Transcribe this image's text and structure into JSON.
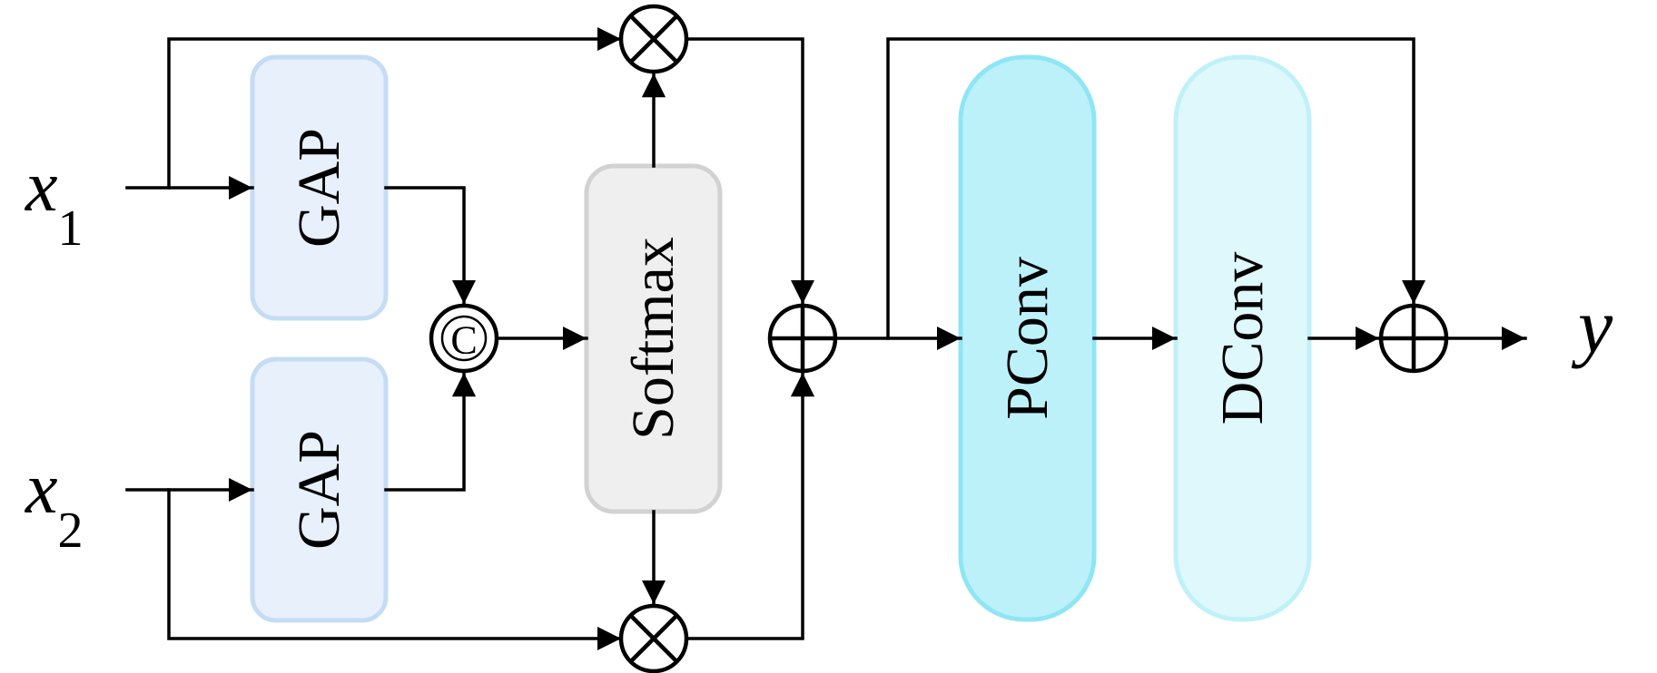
{
  "inputs": {
    "x1_var": "x",
    "x1_sub": "1",
    "x2_var": "x",
    "x2_sub": "2"
  },
  "output": {
    "var": "y"
  },
  "blocks": {
    "gap_top": "GAP",
    "gap_bottom": "GAP",
    "softmax": "Softmax",
    "pconv": "PConv",
    "dconv": "DConv"
  },
  "ops": {
    "concat": "C"
  },
  "colors": {
    "gap_fill": "#e8f0fc",
    "gap_stroke": "#c4dcf4",
    "softmax_fill": "#efefef",
    "softmax_stroke": "#d2d2d2",
    "pconv_fill": "#bcf1fa",
    "pconv_stroke": "#8ee6f5",
    "dconv_fill": "#dff8fc",
    "dconv_stroke": "#bff1f9"
  }
}
